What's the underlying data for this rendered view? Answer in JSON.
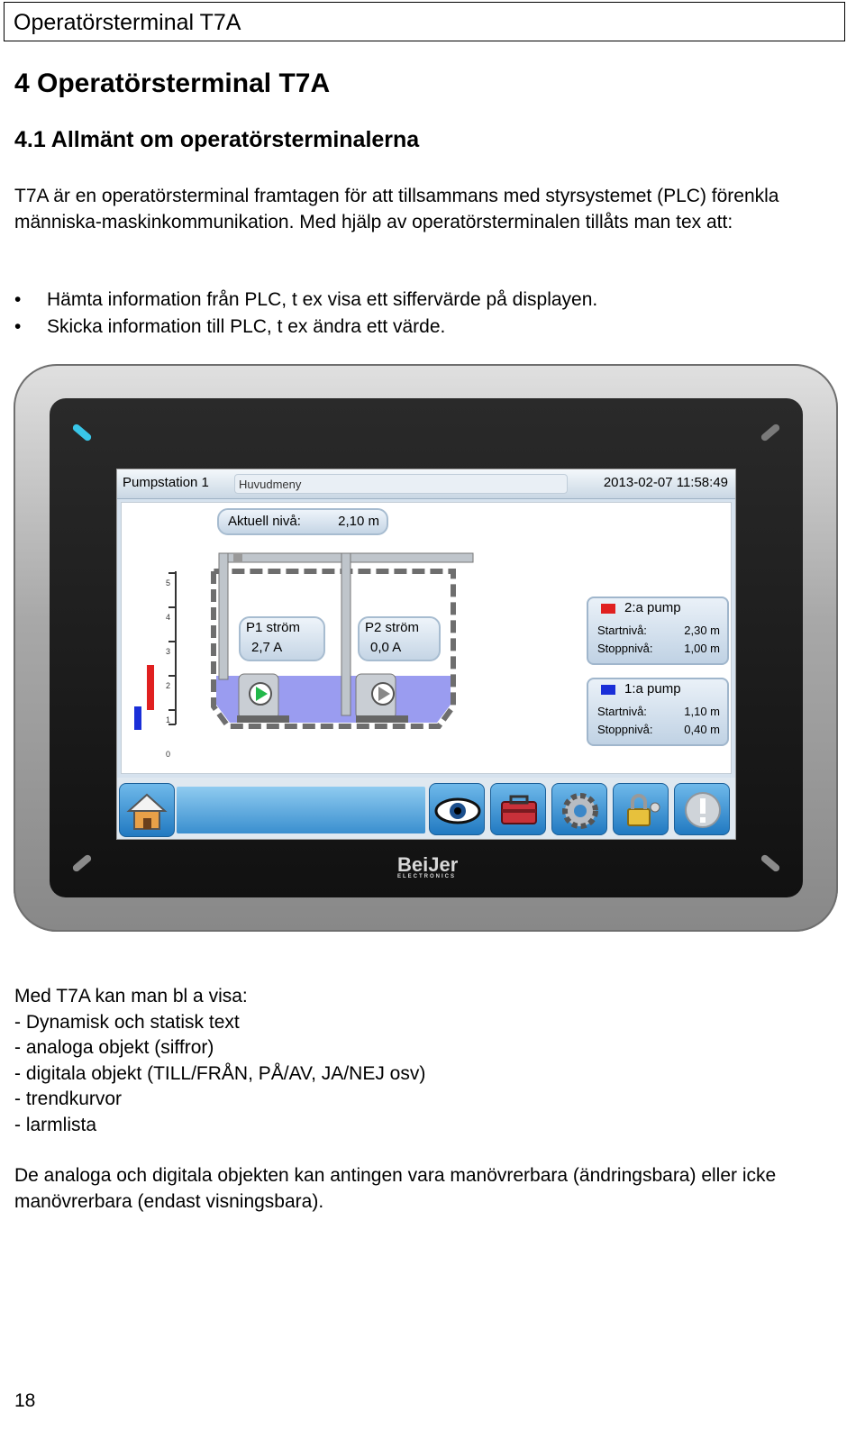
{
  "header": {
    "running_title": "Operatörsterminal T7A"
  },
  "heading": "4 Operatörsterminal T7A",
  "subheading": "4.1 Allmänt om operatörsterminalerna",
  "intro": "T7A är en operatörsterminal framtagen för att tillsammans med styrsystemet (PLC) förenkla människa-maskinkommunikation. Med hjälp av operatörsterminalen tillåts man tex att:",
  "bullets": [
    "Hämta information från PLC, t ex visa ett siffervärde på displayen.",
    "Skicka information till PLC, t ex ändra ett värde."
  ],
  "device": {
    "brand": "BeiJer",
    "brand_sub": "ELECTRONICS",
    "screen": {
      "station": "Pumpstation 1",
      "menu": "Huvudmeny",
      "datetime": "2013-02-07 11:58:49",
      "level": {
        "label": "Aktuell nivå:",
        "value": "2,10 m"
      },
      "scale_ticks": [
        "5",
        "4",
        "3",
        "2",
        "1",
        "0"
      ],
      "p1": {
        "label": "P1 ström",
        "value": "2,7 A"
      },
      "p2": {
        "label": "P2 ström",
        "value": "0,0 A"
      },
      "pump2": {
        "title": "2:a pump",
        "start_label": "Startnivå:",
        "start_value": "2,30 m",
        "stop_label": "Stoppnivå:",
        "stop_value": "1,00 m",
        "color": "#e02020"
      },
      "pump1": {
        "title": "1:a pump",
        "start_label": "Startnivå:",
        "start_value": "1,10 m",
        "stop_label": "Stoppnivå:",
        "stop_value": "0,40 m",
        "color": "#1a2fd8"
      },
      "nav_icons": [
        "home-icon",
        "eye-icon",
        "toolbox-icon",
        "gear-icon",
        "lock-keys-icon",
        "alarm-icon"
      ]
    }
  },
  "visa_lines": [
    "Med T7A kan man bl a visa:",
    "- Dynamisk och statisk text",
    "- analoga objekt (siffror)",
    "- digitala objekt (TILL/FRÅN, PÅ/AV, JA/NEJ osv)",
    "- trendkurvor",
    "- larmlista"
  ],
  "outro": "De analoga och digitala objekten kan antingen vara manövrerbara (ändringsbara) eller icke manövrerbara (endast visningsbara).",
  "page_number": "18"
}
